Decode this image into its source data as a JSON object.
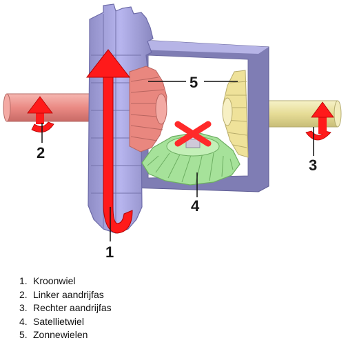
{
  "diagram": {
    "callouts": {
      "c1": "1",
      "c2": "2",
      "c3": "3",
      "c4": "4",
      "c5": "5"
    },
    "colors": {
      "crown_wheel": "#a9a7e6",
      "left_shaft": "#f0908a",
      "right_shaft": "#ece6a2",
      "planet_gear": "#aee6a2",
      "sun_gears_left": "#f0968e",
      "sun_gears_right": "#f1e7a0",
      "carrier_frame": "#9d9bcb",
      "arrows": "#ff1a1a",
      "cross": "#ff2a2a"
    },
    "icons": [
      "rotation-arrow-icon",
      "cross-mark-icon"
    ]
  },
  "legend": {
    "items": [
      {
        "num": "1.",
        "label": "Kroonwiel"
      },
      {
        "num": "2.",
        "label": "Linker aandrijfas"
      },
      {
        "num": "3.",
        "label": "Rechter aandrijfas"
      },
      {
        "num": "4.",
        "label": "Satellietwiel"
      },
      {
        "num": "5.",
        "label": "Zonnewielen"
      }
    ]
  }
}
